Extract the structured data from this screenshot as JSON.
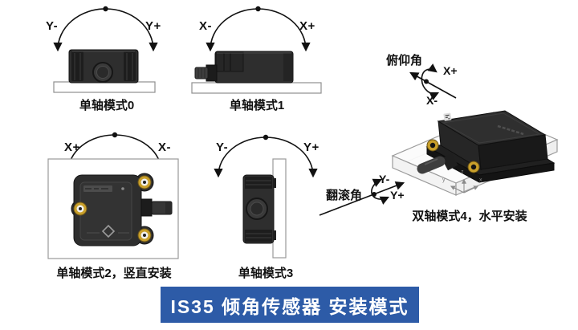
{
  "banner": {
    "text": "IS35 倾角传感器 安装模式"
  },
  "panels": {
    "mode0": {
      "caption": "单轴模式0",
      "label_left": "Y-",
      "label_right": "Y+"
    },
    "mode1": {
      "caption": "单轴模式1",
      "label_left": "X-",
      "label_right": "X+"
    },
    "mode2": {
      "caption": "单轴模式2，竖直安装",
      "label_left": "X+",
      "label_right": "X-"
    },
    "mode3": {
      "caption": "单轴模式3",
      "label_left": "Y-",
      "label_right": "Y+"
    },
    "mode4": {
      "caption": "双轴模式4，水平安装",
      "pitch_label": "俯仰角",
      "pitch_pos": "X+",
      "pitch_neg": "X-",
      "roll_label": "翻滚角",
      "roll_neg": "Y-",
      "roll_pos": "Y+",
      "axis_x": "x",
      "axis_y": "y",
      "axis_z": "z"
    }
  },
  "colors": {
    "banner_bg": "#2d5ba7",
    "banner_text": "#ffffff",
    "line": "#111111",
    "sensor_body": "#2e2e2e",
    "sensor_dark": "#1d1d1d",
    "gold_ring": "#c9a02b",
    "plate_fill": "#ffffff",
    "plate_stroke": "#979797"
  }
}
